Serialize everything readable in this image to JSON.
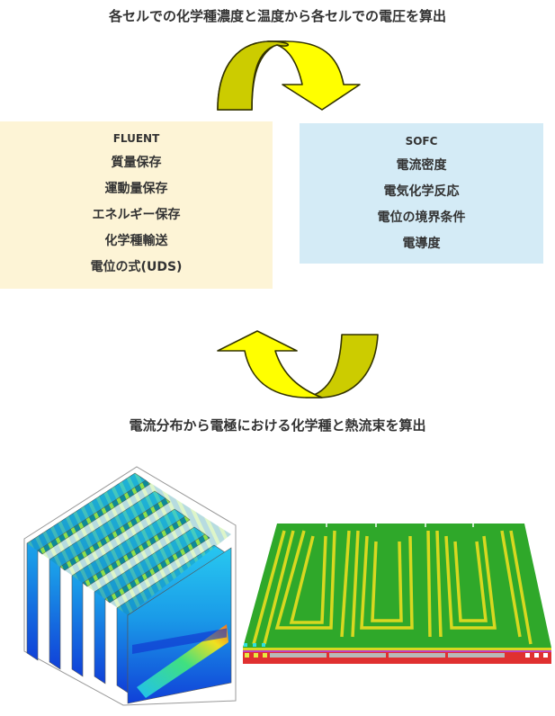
{
  "captions": {
    "top": "各セルでの化学種濃度と温度から各セルでの電圧を算出",
    "bottom": "電流分布から電極における化学種と熱流束を算出"
  },
  "fluent_box": {
    "title": "FLUENT",
    "items": [
      "質量保存",
      "運動量保存",
      "エネルギー保存",
      "化学種輸送",
      "電位の式(UDS)"
    ],
    "background": "#fdf4d6"
  },
  "sofc_box": {
    "title": "SOFC",
    "items": [
      "電流密度",
      "電気化学反応",
      "電位の境界条件",
      "電導度"
    ],
    "background": "#d4ebf6"
  },
  "arrows": {
    "top": {
      "direction": "clockwise-down-right",
      "icon": "curved-arrow-icon"
    },
    "bottom": {
      "direction": "counterclockwise-up-left",
      "icon": "curved-arrow-icon"
    },
    "fill_light": "#ffff00",
    "fill_dark": "#cccc00",
    "stroke": "#333300"
  },
  "figures": {
    "left": {
      "description": "3D CFD contour plot of SOFC cell stack plates",
      "icon": "cfd-stack-image"
    },
    "right": {
      "description": "3D SOFC cell model with serpentine flow channels",
      "icon": "serpentine-plate-image"
    }
  }
}
